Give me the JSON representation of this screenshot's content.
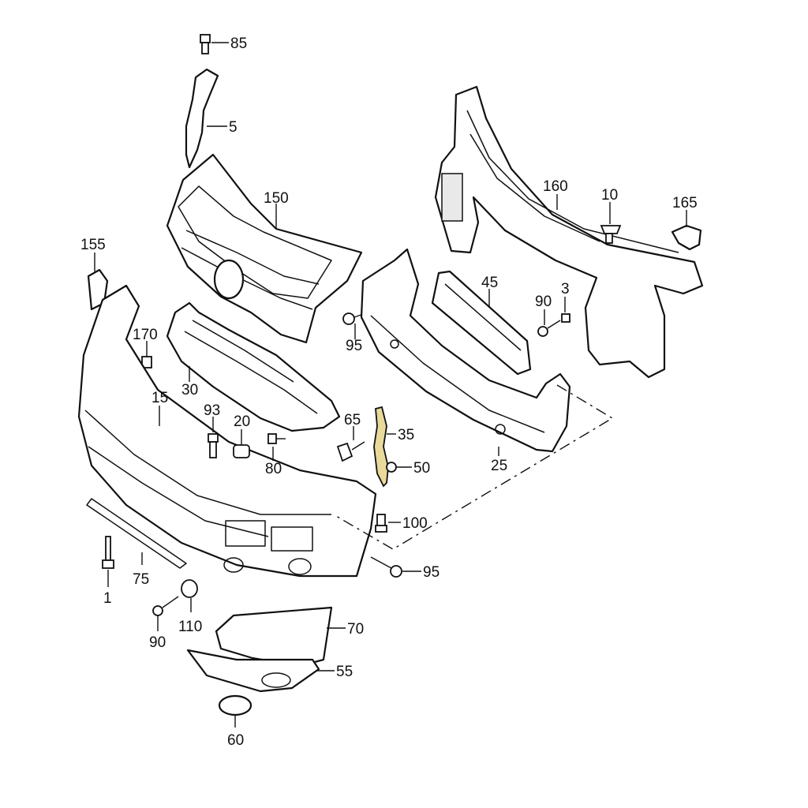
{
  "callouts": {
    "c85": "85",
    "c5": "5",
    "c150": "150",
    "c160": "160",
    "c10": "10",
    "c165": "165",
    "c155": "155",
    "c45": "45",
    "c90a": "90",
    "c3": "3",
    "c170": "170",
    "c95a": "95",
    "c30": "30",
    "c15": "15",
    "c93": "93",
    "c20": "20",
    "c65": "65",
    "c35": "35",
    "c80": "80",
    "c50": "50",
    "c25": "25",
    "c100": "100",
    "c95b": "95",
    "c1": "1",
    "c75": "75",
    "c110": "110",
    "c90b": "90",
    "c70": "70",
    "c55": "55",
    "c60": "60"
  },
  "colors": {
    "highlight_part": "#e9d99a",
    "line": "#111111",
    "background": "#ffffff"
  }
}
